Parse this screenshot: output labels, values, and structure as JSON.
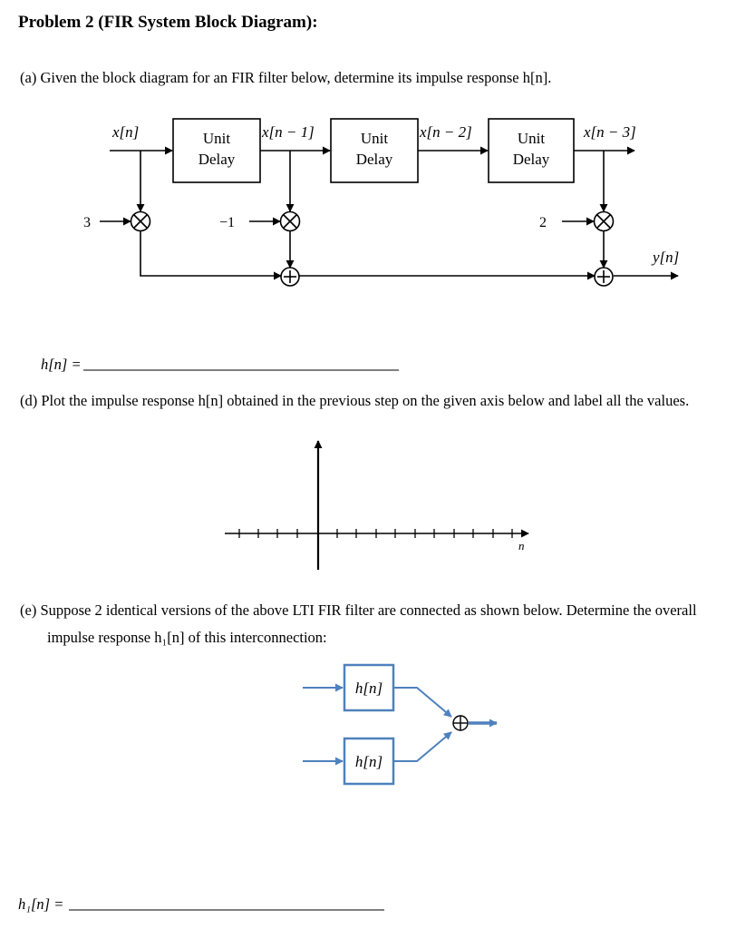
{
  "title": "Problem 2 (FIR System Block Diagram):",
  "part_a": {
    "prompt": "(a) Given the block diagram for an FIR filter below, determine its impulse response h[n].",
    "answer_label": "h[n] ="
  },
  "block_diagram": {
    "signals": [
      "x[n]",
      "x[n − 1]",
      "x[n − 2]",
      "x[n − 3]"
    ],
    "delay_label_line1": "Unit",
    "delay_label_line2": "Delay",
    "gains": [
      "3",
      "−1",
      "2"
    ],
    "output": "y[n]",
    "multiply_symbol": "×",
    "add_symbol": "+"
  },
  "part_d": {
    "prompt": "(d) Plot the impulse response h[n] obtained in the previous step on the given axis below and label all the values.",
    "axis_label": "n"
  },
  "part_e": {
    "prompt_line1": "(e) Suppose 2 identical versions of the above LTI FIR filter are connected as shown below. Determine the overall",
    "prompt_line2": "impulse response h₁[n] of this interconnection:",
    "block_label": "h[n]",
    "answer_label": "h₁[n] ="
  }
}
